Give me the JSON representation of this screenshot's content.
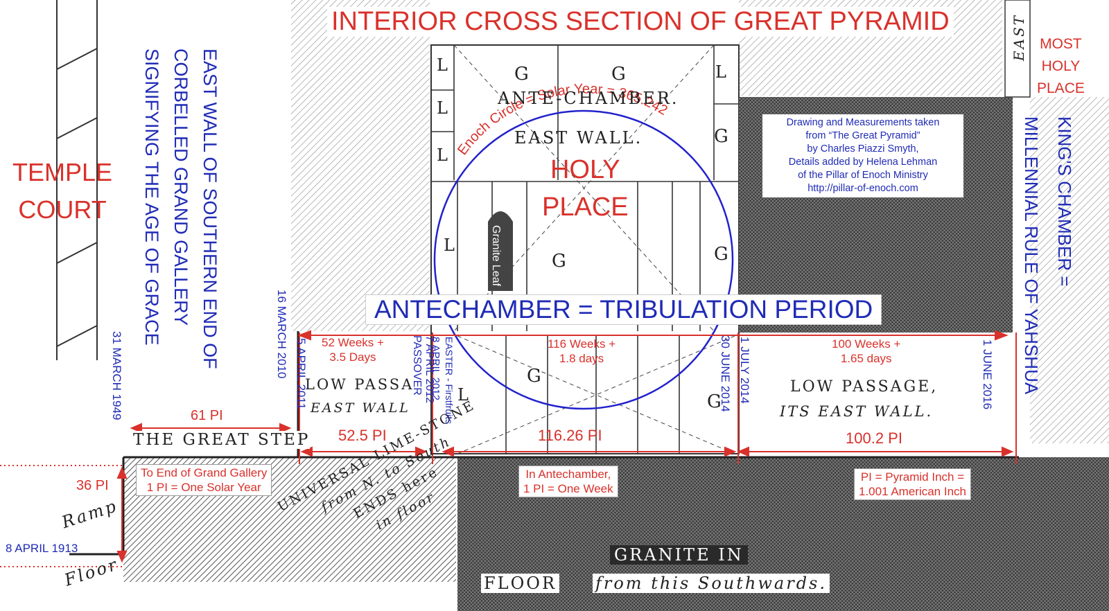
{
  "title": "INTERIOR CROSS SECTION OF GREAT PYRAMID",
  "regions": {
    "temple_court": [
      "TEMPLE",
      "COURT"
    ],
    "holy_place": [
      "HOLY",
      "PLACE"
    ],
    "most_holy_place": [
      "MOST",
      "HOLY",
      "PLACE"
    ]
  },
  "grand_gallery_note": [
    "EAST WALL OF SOUTHERN END OF",
    "CORBELLED GRAND GALLERY",
    "SIGNIFYING THE AGE OF GRACE"
  ],
  "kings_chamber_note": [
    "KING'S CHAMBER =",
    "MILLENNIAL RULE OF YAHSHUA"
  ],
  "antechamber_banner": "ANTECHAMBER = TRIBULATION PERIOD",
  "enoch_circle": "Enoch Circle = Solar Year = 365.242",
  "credits": [
    "Drawing and Measurements taken",
    "from “The Great Pyramid”",
    "by Charles Piazzi Smyth,",
    "Details added by Helena Lehman",
    "of the Pillar of Enoch Ministry",
    "http://pillar-of-enoch.com"
  ],
  "drawing_labels": {
    "ante_chamber": "ANTE-CHAMBER.",
    "east_wall": "EAST WALL.",
    "east": "EAST",
    "granite_leaf": "Granite Leaf",
    "great_step": "THE GREAT STEP",
    "low_passage_1": "LOW PASSA",
    "east_wall_1": "EAST WALL",
    "low_passage_2": "LOW PASSAGE,",
    "its_east_wall": "ITS EAST WALL.",
    "ramp": "Ramp",
    "floor_left": "Floor",
    "limestone": [
      "UNIVERSAL LIME-STONE",
      "from N. to South",
      "ENDS here",
      "in floor"
    ],
    "granite_floor": [
      "GRANITE IN",
      "FLOOR",
      "from this Southwards."
    ],
    "L": "L",
    "G": "G"
  },
  "dates": [
    "8 APRIL 1913",
    "31 MARCH 1949",
    "16 MARCH 2010",
    "5 APRIL 2011",
    "7 APRIL 2012 PASSOVER",
    "8 APRIL 2012",
    "EASTER - Firstfruits",
    "30 JUNE 2014",
    "1 JULY 2014",
    "1 JUNE 2016"
  ],
  "measurements": {
    "ramp_height": "36 PI",
    "great_step": "61 PI",
    "seg1": "52.5 PI",
    "seg2": "116.26 PI",
    "seg3": "100.2 PI",
    "weeks1": [
      "52 Weeks +",
      "3.5 Days"
    ],
    "weeks2": [
      "116 Weeks +",
      "1.8 days"
    ],
    "weeks3": [
      "100 Weeks +",
      "1.65 days"
    ]
  },
  "notes": {
    "grand_gallery": [
      "To End of Grand Gallery",
      "1 PI = One Solar Year"
    ],
    "antechamber": [
      "In Antechamber,",
      "1 PI = One Week"
    ],
    "pyramid_inch": [
      "PI = Pyramid Inch =",
      "1.001 American Inch"
    ]
  },
  "colors": {
    "red": "#d9312b",
    "blue": "#1f2bb5",
    "ink": "#222222"
  }
}
